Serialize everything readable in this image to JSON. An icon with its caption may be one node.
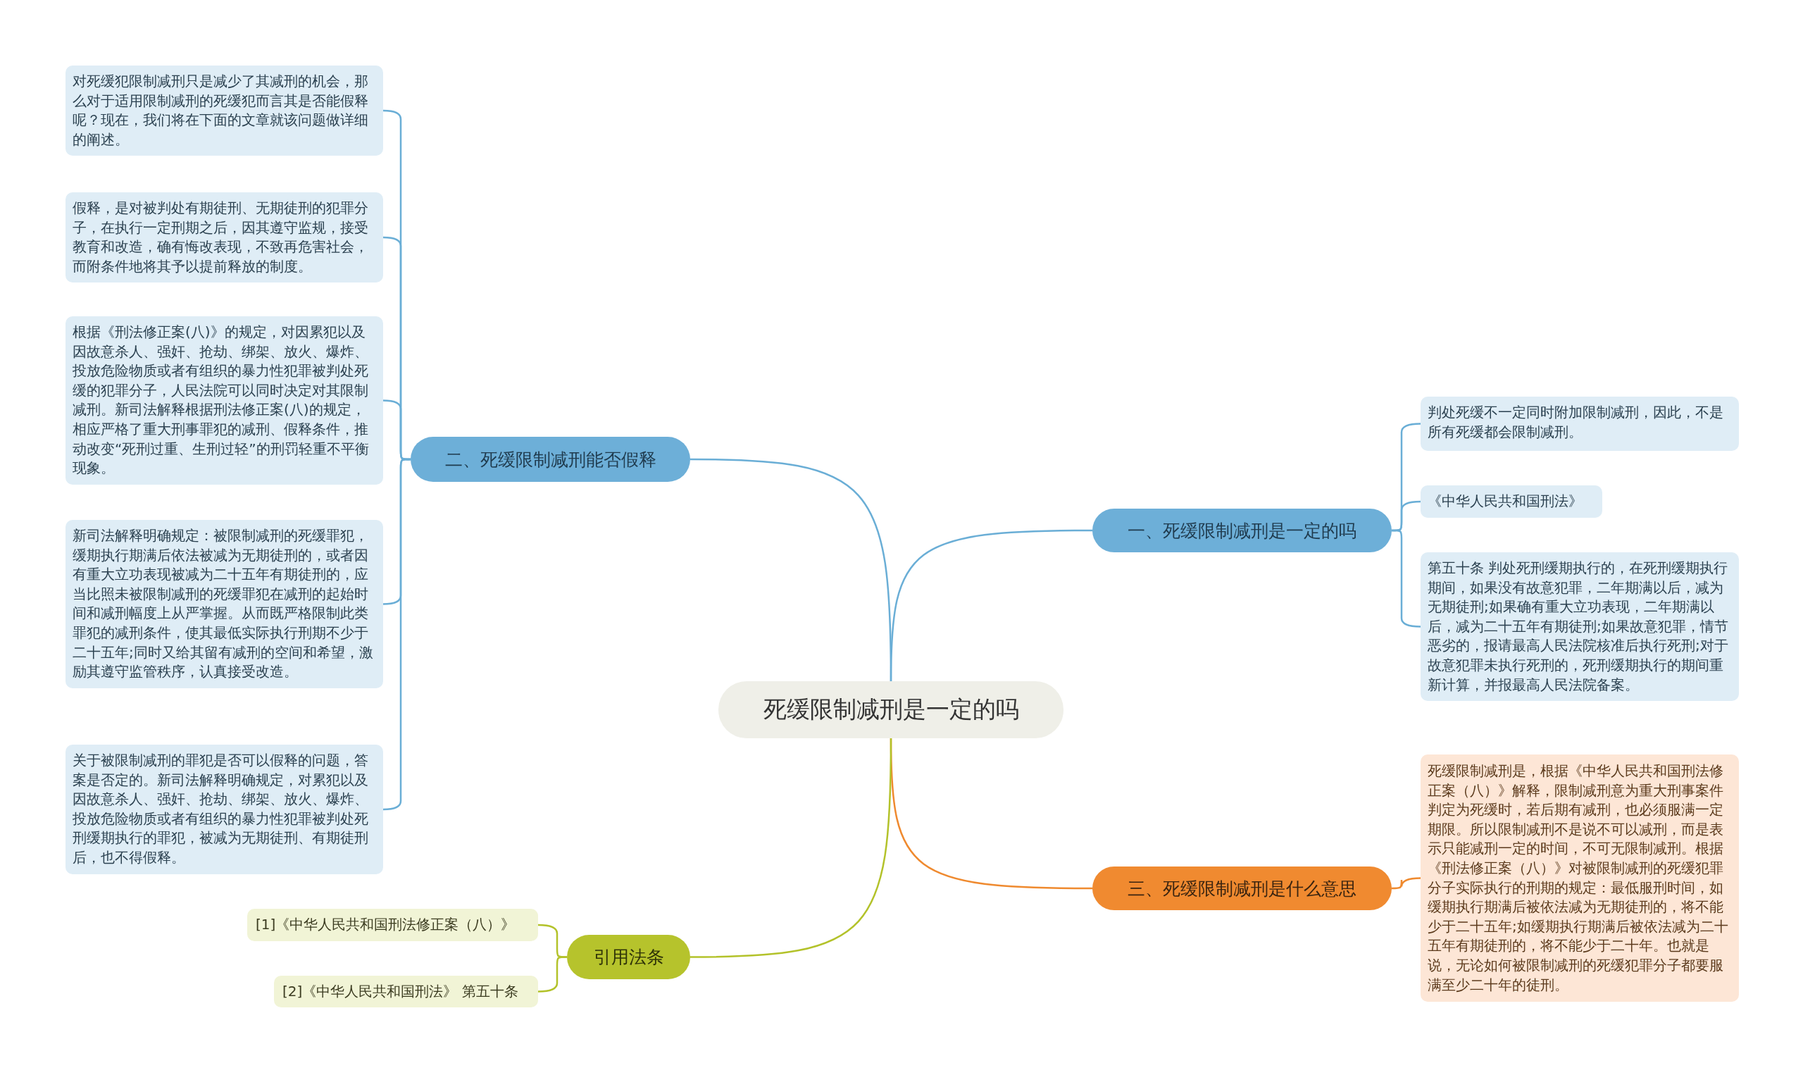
{
  "diagram": {
    "nodes": [
      {
        "text": [
          "死缓限制减刑是一定的吗"
        ]
      },
      {
        "text": [
          "一、死缓限制减刑是一定的吗"
        ]
      },
      {
        "text": [
          "判处死缓不一定同时附加限制减刑，因此，不是所有死缓都会限制减刑。"
        ]
      },
      {
        "text": [
          "《中华人民共和国刑法》"
        ]
      },
      {
        "text": [
          "第五十条  判处死刑缓期执行的，在死刑缓期执行期间，如果没有故意犯罪，二年期满以后，减为无期徒刑;如果确有重大立功表现，二年期满以后，减为二十五年有期徒刑;如果故意犯罪，情节恶劣的，报请最高人民法院核准后执行死刑;对于故意犯罪未执行死刑的，死刑缓期执行的期间重新计算，并报最高人民法院备案。"
        ]
      },
      {
        "text": [
          "二、死缓限制减刑能否假释"
        ]
      },
      {
        "text": [
          "对死缓犯限制减刑只是减少了其减刑的机会，那么对于适用限制减刑的死缓犯而言其是否能假释呢？现在，我们将在下面的文章就该问题做详细的阐述。"
        ]
      },
      {
        "text": [
          "假释，是对被判处有期徒刑、无期徒刑的犯罪分子，在执行一定刑期之后，因其遵守监规，接受教育和改造，确有悔改表现，不致再危害社会，而附条件地将其予以提前释放的制度。"
        ]
      },
      {
        "text": [
          "根据《刑法修正案(八)》的规定，对因累犯以及因故意杀人、强奸、抢劫、绑架、放火、爆炸、投放危险物质或者有组织的暴力性犯罪被判处死缓的犯罪分子，人民法院可以同时决定对其限制减刑。新司法解释根据刑法修正案(八)的规定，相应严格了重大刑事罪犯的减刑、假释条件，推动改变“死刑过重、生刑过轻”的刑罚轻重不平衡现象。"
        ]
      },
      {
        "text": [
          "新司法解释明确规定：被限制减刑的死缓罪犯，缓期执行期满后依法被减为无期徒刑的，或者因有重大立功表现被减为二十五年有期徒刑的，应当比照未被限制减刑的死缓罪犯在减刑的起始时间和减刑幅度上从严掌握。从而既严格限制此类罪犯的减刑条件，使其最低实际执行刑期不少于二十五年;同时又给其留有减刑的空间和希望，激励其遵守监管秩序，认真接受改造。"
        ]
      },
      {
        "text": [
          "关于被限制减刑的罪犯是否可以假释的问题，答案是否定的。新司法解释明确规定，对累犯以及因故意杀人、强奸、抢劫、绑架、放火、爆炸、投放危险物质或者有组织的暴力性犯罪被判处死刑缓期执行的罪犯，被减为无期徒刑、有期徒刑后，也不得假释。"
        ]
      },
      {
        "text": [
          "三、死缓限制减刑是什么意思"
        ]
      },
      {
        "text": [
          "死缓限制减刑是，根据《中华人民共和国刑法修正案（八）》解释，限制减刑意为重大刑事案件判定为死缓时，若后期有减刑，也必须服满一定期限。所以限制减刑不是说不可以减刑，而是表示只能减刑一定的时间，不可无限制减刑。根据《刑法修正案（八）》对被限制减刑的死缓犯罪分子实际执行的刑期的规定：最低服刑时间，如缓期执行期满后被依法减为无期徒刑的，将不能少于二十五年;如缓期执行期满后被依法减为二十五年有期徒刑的，将不能少于二十年。也就是说，无论如何被限制减刑的死缓犯罪分子都要服满至少二十年的徒刑。"
        ]
      },
      {
        "text": [
          "引用法条"
        ]
      },
      {
        "text": [
          "[1]《中华人民共和国刑法修正案（八）》"
        ]
      },
      {
        "text": [
          "[2]《中华人民共和国刑法》 第五十条"
        ]
      }
    ],
    "edges": [
      {
        "from": 0,
        "to": 1,
        "arrow": "none"
      },
      {
        "from": 1,
        "to": 2,
        "arrow": "none"
      },
      {
        "from": 1,
        "to": 3,
        "arrow": "none"
      },
      {
        "from": 1,
        "to": 4,
        "arrow": "none"
      },
      {
        "from": 0,
        "to": 5,
        "arrow": "none"
      },
      {
        "from": 5,
        "to": 6,
        "arrow": "none"
      },
      {
        "from": 5,
        "to": 7,
        "arrow": "none"
      },
      {
        "from": 5,
        "to": 8,
        "arrow": "none"
      },
      {
        "from": 5,
        "to": 9,
        "arrow": "none"
      },
      {
        "from": 5,
        "to": 10,
        "arrow": "none"
      },
      {
        "from": 0,
        "to": 11,
        "arrow": "none",
        "color": "#ef8a2f"
      },
      {
        "from": 11,
        "to": 12,
        "arrow": "none",
        "color": "#ef8a2f"
      },
      {
        "from": 0,
        "to": 13,
        "arrow": "none",
        "color": "#b3c22a"
      },
      {
        "from": 13,
        "to": 14,
        "arrow": "none",
        "color": "#b3c22a"
      },
      {
        "from": 13,
        "to": 15,
        "arrow": "none",
        "color": "#b3c22a"
      }
    ]
  }
}
